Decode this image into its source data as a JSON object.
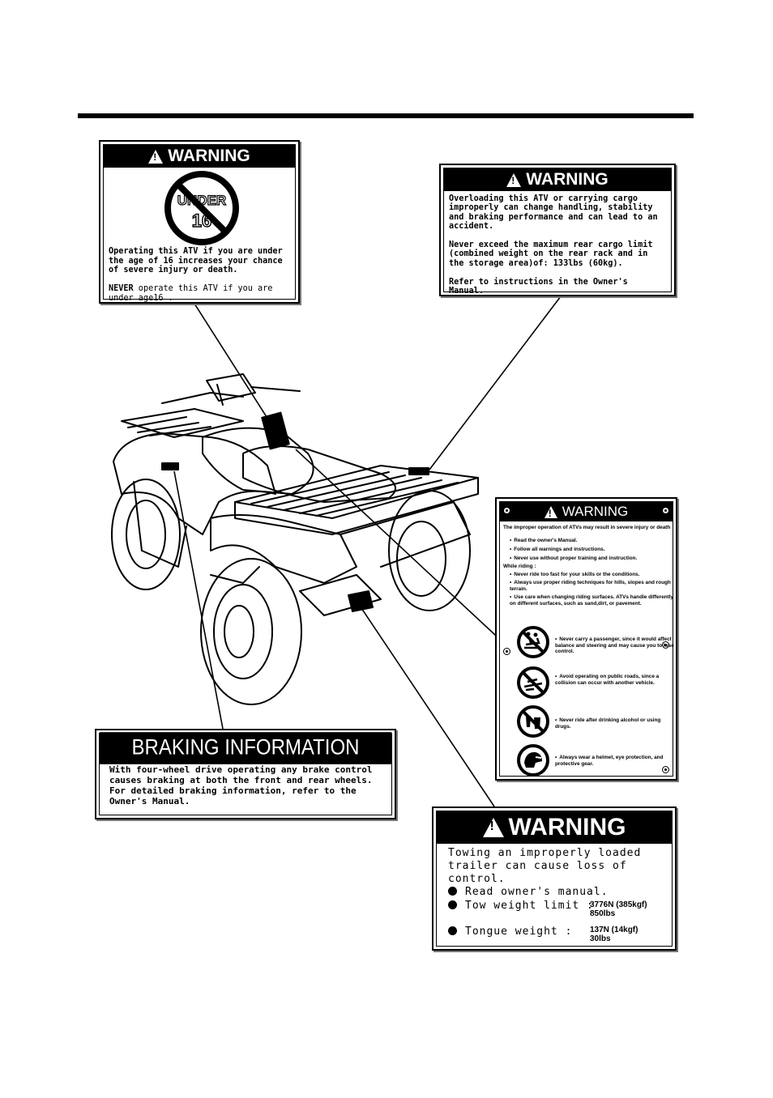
{
  "label_under16": {
    "header": "WARNING",
    "symbol_line1": "UNDER",
    "symbol_line2": "16",
    "body": "Operating this ATV if you are under\nthe age of 16  increases your chance\nof severe injury or death.",
    "never_word": "NEVER",
    "never_rest": " operate this ATV if you are\nunder age16 ."
  },
  "label_cargo": {
    "header": "WARNING",
    "body": "Overloading this ATV or carrying cargo\nimproperly can change handling, stability\nand braking performance and can lead to an\naccident.\n\nNever exceed the maximum rear cargo limit\n(combined weight on the rear rack and in\nthe storage area)of: 133lbs (60kg).\n\nRefer to instructions in the Owner's\nManual."
  },
  "label_general": {
    "header": "WARNING",
    "intro": "The improper operation of ATVs may result in severe injury or death",
    "bullets1": [
      "Read the owner's Manual.",
      "Follow all warnings and instructions.",
      "Never use without proper training and instruction."
    ],
    "while_riding": "While riding :",
    "bullets2": [
      "Never ride too fast for your skills or the conditions.",
      "Always use proper riding techniques for hills, slopes and rough terrain.",
      "Use care when changing riding surfaces. ATVs handle differently on different surfaces, such as sand,dirt, or pavement."
    ],
    "icons": [
      {
        "icon": "no-passenger-icon",
        "text": "Never carry a  passenger, since it would affect balance and steering and may cause you to lose control."
      },
      {
        "icon": "no-public-roads-icon",
        "text": "Avoid operating on public roads, since a collision can occur with another vehicle."
      },
      {
        "icon": "no-alcohol-icon",
        "text": "Never ride after drinking alcohol or using drugs."
      },
      {
        "icon": "helmet-icon",
        "text": "Always wear a helmet, eye protection, and protective gear."
      }
    ]
  },
  "label_braking": {
    "header": "BRAKING INFORMATION",
    "body": "With four-wheel drive operating any brake control\ncauses braking at both the front and rear wheels.\nFor detailed braking information, refer to the\nOwner's Manual."
  },
  "label_towing": {
    "header": "WARNING",
    "body": "Towing an improperly loaded\ntrailer can cause loss of\ncontrol.",
    "read": "Read owner's manual.",
    "tow_label": "Tow weight limit :",
    "tow_value1": "3776N (385kgf)",
    "tow_value2": "850lbs",
    "tongue_label": "Tongue weight :",
    "tongue_value1": "137N (14kgf)",
    "tongue_value2": "30lbs"
  }
}
